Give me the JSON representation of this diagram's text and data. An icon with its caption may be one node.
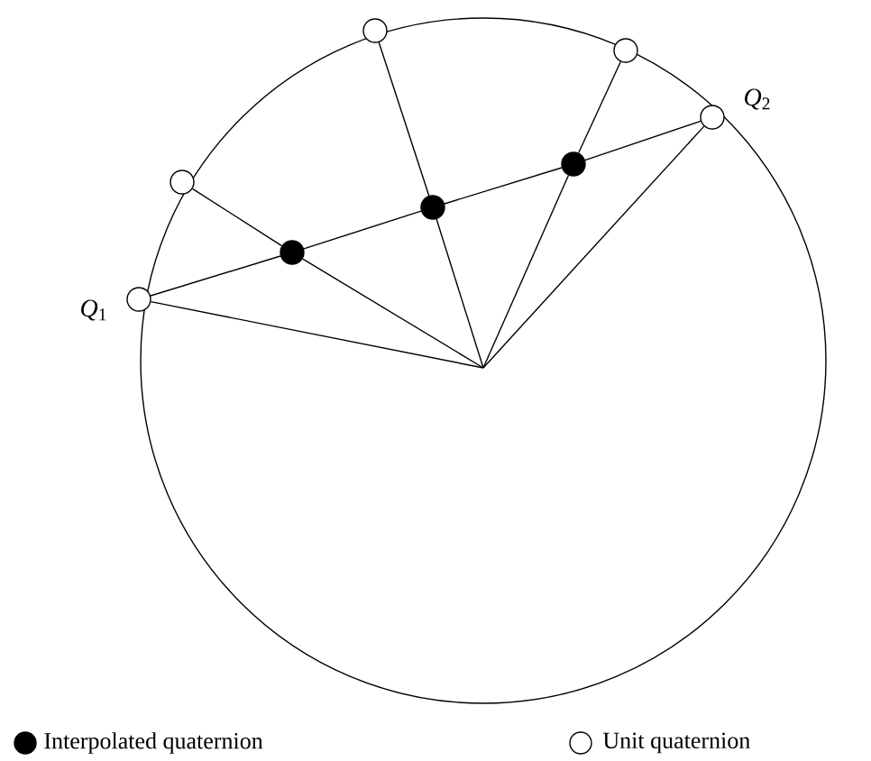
{
  "diagram": {
    "nodes": [
      {
        "text": [],
        "shape": "circle",
        "beside": [
          "*Q*$_{1}$"
        ]
      },
      {
        "text": [],
        "shape": "circle"
      },
      {
        "text": [],
        "shape": "circle"
      },
      {
        "text": [],
        "shape": "circle"
      },
      {
        "text": [],
        "shape": "circle",
        "beside": [
          "*Q*$_{2}$"
        ]
      },
      {
        "text": [],
        "shape": "dot"
      },
      {
        "text": [],
        "shape": "dot"
      },
      {
        "text": [],
        "shape": "dot"
      }
    ],
    "edges": [
      {
        "from": null,
        "to": 0,
        "arrow": "none"
      },
      {
        "from": null,
        "to": 5,
        "arrow": "none"
      },
      {
        "from": 5,
        "to": 1,
        "arrow": "none"
      },
      {
        "from": null,
        "to": 6,
        "arrow": "none"
      },
      {
        "from": 6,
        "to": 2,
        "arrow": "none"
      },
      {
        "from": null,
        "to": 7,
        "arrow": "none"
      },
      {
        "from": 7,
        "to": 3,
        "arrow": "none"
      },
      {
        "from": null,
        "to": 4,
        "arrow": "none"
      },
      {
        "from": 0,
        "to": 5,
        "arrow": "none"
      },
      {
        "from": 5,
        "to": 6,
        "arrow": "none"
      },
      {
        "from": 6,
        "to": 7,
        "arrow": "none"
      },
      {
        "from": 7,
        "to": 4,
        "arrow": "none"
      }
    ],
    "legend": [
      {
        "text": "Interpolated quaternion",
        "color": "#000000"
      },
      {
        "text": "Unit quaternion"
      }
    ]
  }
}
